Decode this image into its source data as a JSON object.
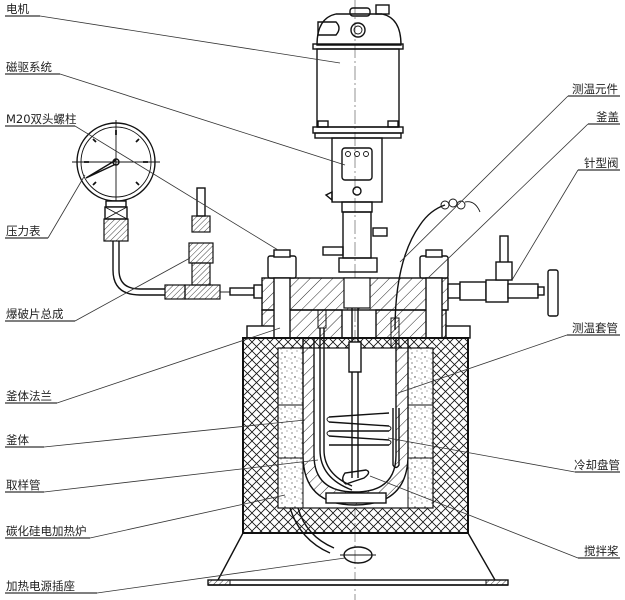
{
  "diagram": {
    "title": "",
    "subject": "magnetic-drive high-pressure reactor (autoclave)",
    "labels_left": [
      {
        "id": "motor",
        "text": "电机"
      },
      {
        "id": "magnetic-drive",
        "text": "磁驱系统"
      },
      {
        "id": "stud-bolt",
        "text": "M20双头螺柱"
      },
      {
        "id": "pressure-gauge",
        "text": "压力表"
      },
      {
        "id": "rupture-disc",
        "text": "爆破片总成"
      },
      {
        "id": "vessel-flange",
        "text": "釜体法兰"
      },
      {
        "id": "vessel-body",
        "text": "釜体"
      },
      {
        "id": "sampling-tube",
        "text": "取样管"
      },
      {
        "id": "sic-furnace",
        "text": "碳化硅电加热炉"
      },
      {
        "id": "power-socket",
        "text": "加热电源插座"
      }
    ],
    "labels_right": [
      {
        "id": "temp-element",
        "text": "测温元件"
      },
      {
        "id": "vessel-lid",
        "text": "釜盖"
      },
      {
        "id": "needle-valve",
        "text": "针型阀"
      },
      {
        "id": "thermowell",
        "text": "测温套管"
      },
      {
        "id": "cooling-coil",
        "text": "冷却盘管"
      },
      {
        "id": "stirrer",
        "text": "搅拌桨"
      }
    ],
    "colors": {
      "line": "#111111",
      "leader": "#333333",
      "centerline": "#888888",
      "background": "#ffffff"
    }
  }
}
